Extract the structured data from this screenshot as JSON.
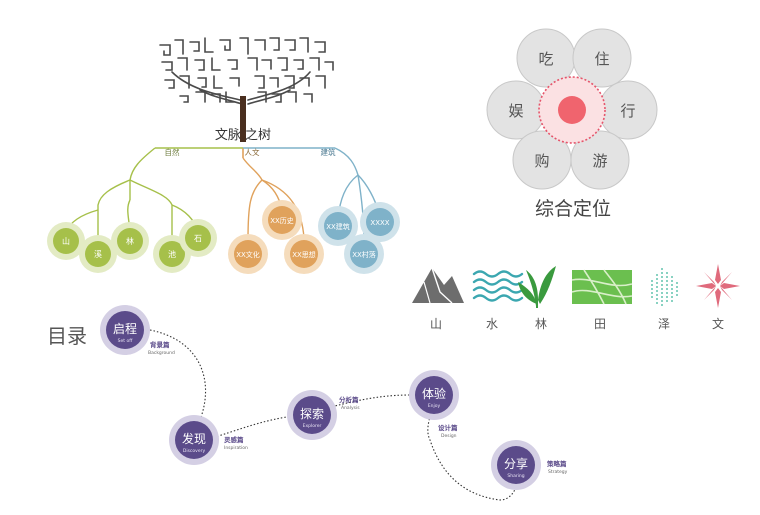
{
  "tree": {
    "title": "文脉 之树",
    "branches": [
      {
        "label": "自然",
        "color": "#a6c04a",
        "nodes": [
          {
            "label": "山"
          },
          {
            "label": "溪"
          },
          {
            "label": "林"
          },
          {
            "label": "池"
          },
          {
            "label": "石"
          }
        ]
      },
      {
        "label": "人文",
        "color": "#e0a25c",
        "nodes": [
          {
            "label": "XX历史"
          },
          {
            "label": "XX文化"
          },
          {
            "label": "XX思想"
          }
        ]
      },
      {
        "label": "建筑",
        "color": "#7fb2c9",
        "nodes": [
          {
            "label": "XX建筑"
          },
          {
            "label": "XXXX"
          },
          {
            "label": "XX村落"
          }
        ]
      }
    ]
  },
  "flower": {
    "petals": [
      "吃",
      "住",
      "娱",
      "行",
      "购",
      "游"
    ],
    "title": "综合定位",
    "center_color": "#f0646e"
  },
  "icons": [
    {
      "label": "山",
      "icon": "mountain-icon"
    },
    {
      "label": "水",
      "icon": "water-icon"
    },
    {
      "label": "林",
      "icon": "forest-icon"
    },
    {
      "label": "田",
      "icon": "field-icon"
    },
    {
      "label": "泽",
      "icon": "marsh-icon"
    },
    {
      "label": "文",
      "icon": "culture-icon"
    }
  ],
  "toc": {
    "title": "目录",
    "accent": "#5b4b8a",
    "steps": [
      {
        "label": "启程",
        "sub": "Set off",
        "note": "背景篇",
        "note_en": "Background"
      },
      {
        "label": "发现",
        "sub": "Discovery",
        "note": "灵感篇",
        "note_en": "Inspiration"
      },
      {
        "label": "探索",
        "sub": "Explorer",
        "note": "分析篇",
        "note_en": "Analysis"
      },
      {
        "label": "体验",
        "sub": "Enjoy",
        "note": "设计篇",
        "note_en": "Design"
      },
      {
        "label": "分享",
        "sub": "Sharing",
        "note": "策略篇",
        "note_en": "Strategy"
      }
    ]
  }
}
